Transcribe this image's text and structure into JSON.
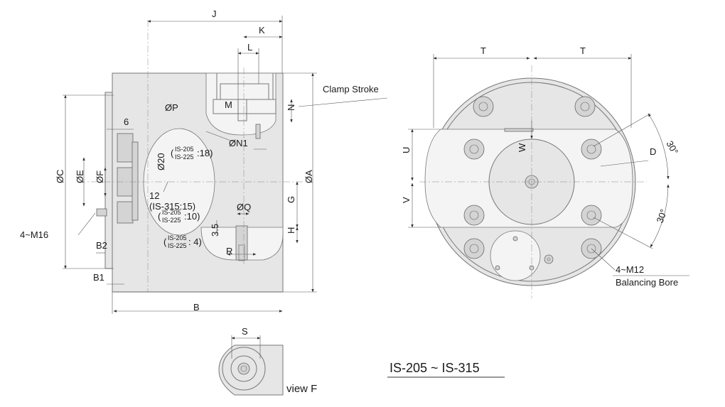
{
  "title": "IS-205 ~ IS-315",
  "side_view": {
    "dims": {
      "J": "J",
      "K": "K",
      "L": "L",
      "M": "M",
      "N": "N",
      "clamp_stroke": "Clamp Stroke",
      "P": "ØP",
      "N1": "ØN1",
      "six": "6",
      "d20": "Ø20",
      "note_18": "(IS-205 · IS-225:18)",
      "C": "ØC",
      "E": "ØE",
      "F": "ØF",
      "A": "ØA",
      "twelve": "12",
      "is315_15": "(IS-315:15)",
      "Q": "ØQ",
      "G": "G",
      "H": "H",
      "three_five": "3.5",
      "R": "R",
      "m16": "4~M16",
      "B2": "B2",
      "B1": "B1",
      "B": "B"
    },
    "notes": {
      "n18_top": "IS-205",
      "n18_bot": "IS-225",
      "n18_val": ":18)",
      "n10_top": "IS-205",
      "n10_bot": "IS-225",
      "n10_val": ":10)",
      "n4_top": "IS-205",
      "n4_bot": "IS-225",
      "n4_val": ": 4)"
    }
  },
  "front_view": {
    "dims": {
      "T1": "T",
      "T2": "T",
      "U": "U",
      "V": "V",
      "W": "W",
      "D": "D",
      "ang1": "30°",
      "ang2": "30°",
      "m12": "4~M12",
      "balancing": "Balancing Bore"
    }
  },
  "view_f": {
    "S": "S",
    "caption": "view F"
  },
  "colors": {
    "body": "#e6e6e6",
    "line": "#777777",
    "text": "#1a1a1a"
  }
}
